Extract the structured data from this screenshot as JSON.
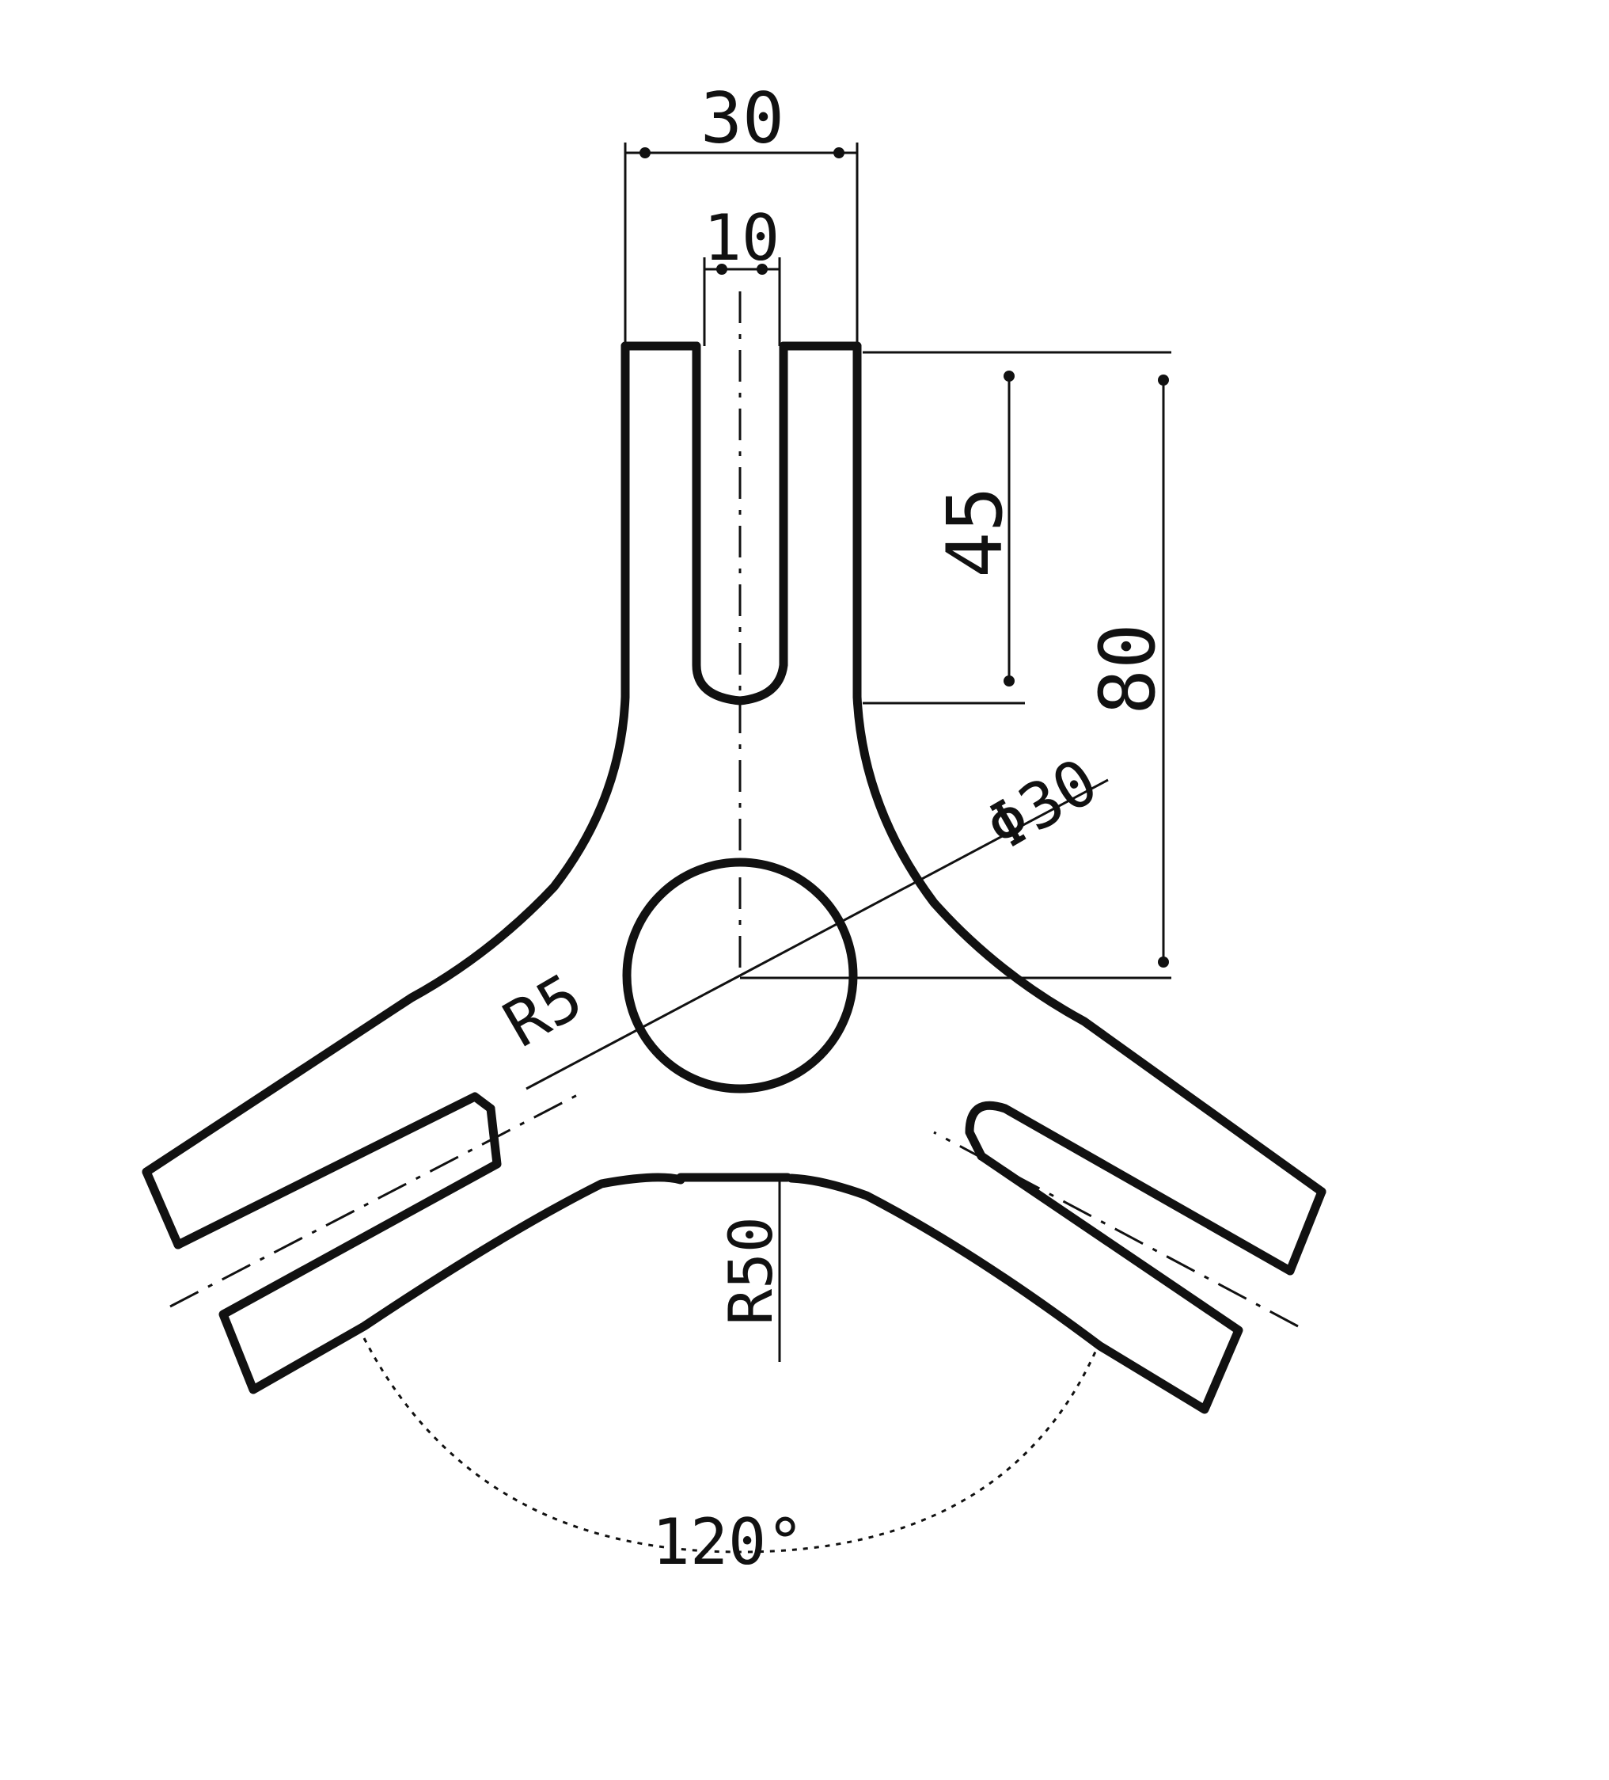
{
  "diagram": {
    "colors": {
      "ink": "#111111",
      "paper": "#ffffff"
    },
    "dimensions": {
      "stem_width": "30",
      "slot_width": "10",
      "slot_depth": "45",
      "stem_height": "80",
      "hole_diameter": "Φ30",
      "center_radius": "R5",
      "arc_radius": "R50",
      "arm_angle": "120°"
    }
  }
}
